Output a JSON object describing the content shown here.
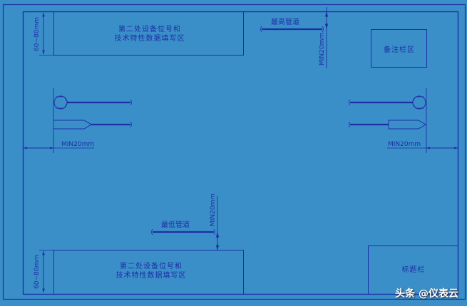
{
  "drawing": {
    "colors": {
      "background": "#3b8fc8",
      "line": "#1c2fa6",
      "thick_line": "#1a27a0",
      "watermark": "#ffffff"
    },
    "zones": {
      "top_data_zone": {
        "line1": "第二处设备位号和",
        "line2": "技术特性数据填写区"
      },
      "bottom_data_zone": {
        "line1": "第二处设备位号和",
        "line2": "技术特性数据填写区"
      },
      "remarks_zone": "备注栏区",
      "title_block": "标题栏"
    },
    "pipes": {
      "highest_pipe": "最高管道",
      "lowest_pipe": "最低管道"
    },
    "dimensions": {
      "top_zone_height": "60~80mm",
      "bottom_zone_height": "60~80mm",
      "top_clearance": "MIN20mm",
      "bottom_clearance": "MIN20mm",
      "left_clearance": "MIN20mm",
      "right_clearance": "MIN20mm"
    },
    "watermark": "头条 @仪表云"
  }
}
